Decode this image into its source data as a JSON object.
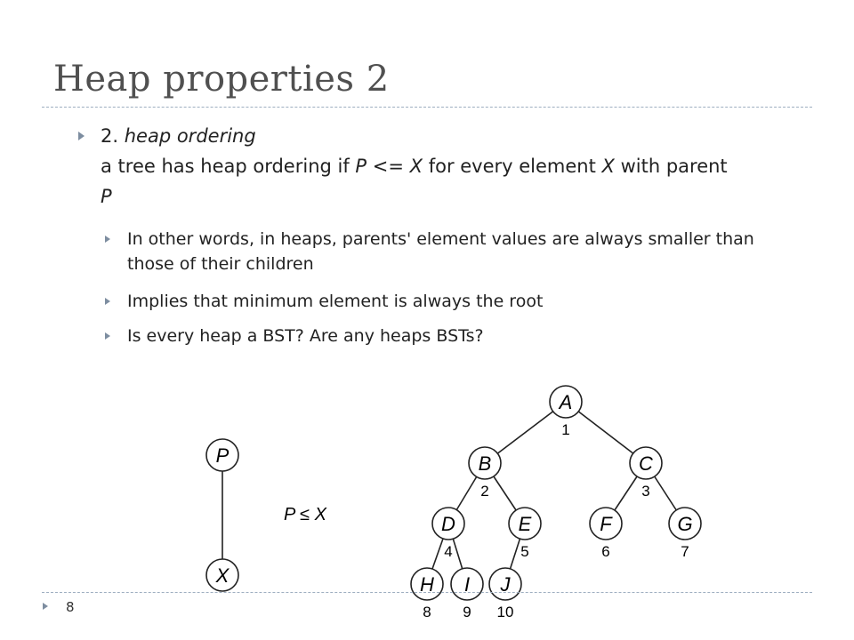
{
  "slide": {
    "title": "Heap properties 2",
    "number": "8"
  },
  "main_bullet": {
    "prefix": "2.",
    "term": "heap ordering",
    "def_a": "a tree has heap ordering if ",
    "def_p": "P",
    "def_b": " <= ",
    "def_x": "X",
    "def_c": "  for every element ",
    "def_x2": "X",
    "def_d": " with parent ",
    "def_p2": "P"
  },
  "sub_bullets": [
    "In other words, in heaps, parents' element values are always smaller than those of their children",
    "Implies that minimum element is always the root",
    "Is every heap a BST?  Are any heaps BSTs?"
  ],
  "figure_left": {
    "parent": "P",
    "child": "X",
    "relation": "P ≤ X"
  },
  "figure_tree": {
    "nodes": [
      {
        "label": "A",
        "number": "1"
      },
      {
        "label": "B",
        "number": "2"
      },
      {
        "label": "C",
        "number": "3"
      },
      {
        "label": "D",
        "number": "4"
      },
      {
        "label": "E",
        "number": "5"
      },
      {
        "label": "F",
        "number": "6"
      },
      {
        "label": "G",
        "number": "7"
      },
      {
        "label": "H",
        "number": "8"
      },
      {
        "label": "I",
        "number": "9"
      },
      {
        "label": "J",
        "number": "10"
      }
    ]
  },
  "colors": {
    "bullet": "#7d8da0",
    "rule": "#9eaec0",
    "title": "#505050"
  }
}
